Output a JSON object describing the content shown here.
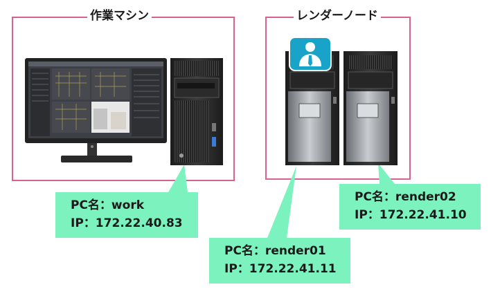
{
  "groups": {
    "work": {
      "title": "作業マシン"
    },
    "render": {
      "title": "レンダーノード"
    }
  },
  "nodes": {
    "work": {
      "pc_label": "PC名：work",
      "ip_label": "IP：172.22.40.83"
    },
    "render01": {
      "pc_label": "PC名：render01",
      "ip_label": "IP：172.22.41.11"
    },
    "render02": {
      "pc_label": "PC名：render02",
      "ip_label": "IP：172.22.41.10"
    }
  },
  "colors": {
    "frame": "#d9608f",
    "callout": "#7cf2bf",
    "badge": "#1aa3c8"
  },
  "icons": {
    "manager_badge": "user-badge-icon"
  }
}
